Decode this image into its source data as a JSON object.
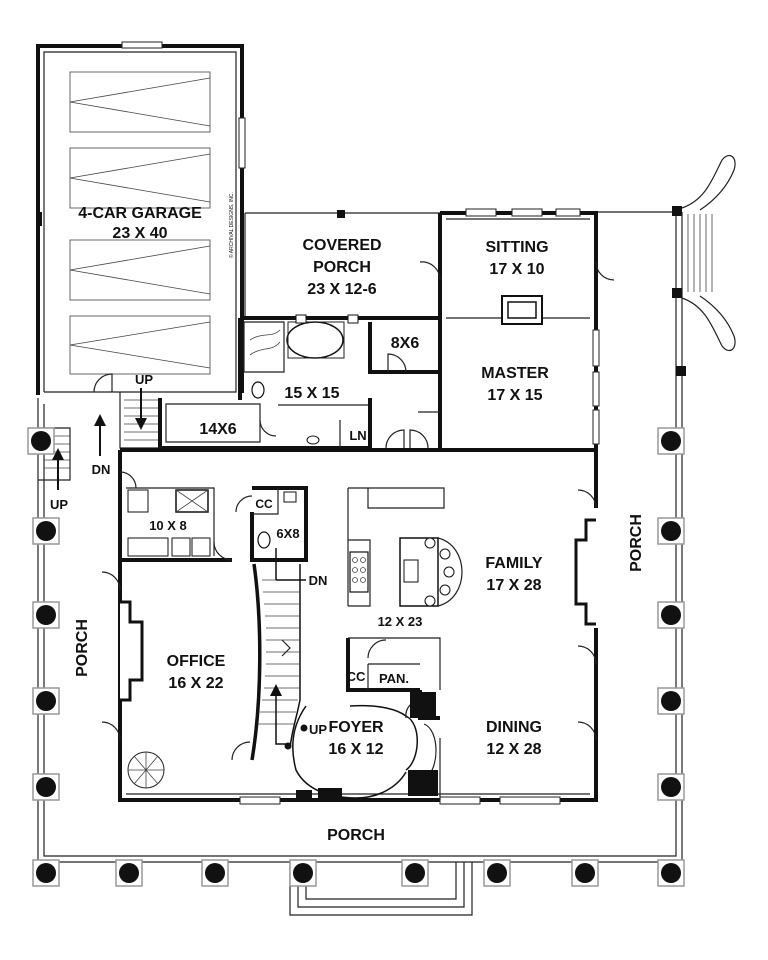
{
  "copyright": "© ARCHIVAL DESIGNS, INC.",
  "rooms": {
    "garage": {
      "name": "4-CAR GARAGE",
      "size": "23 X 40"
    },
    "covered_porch": {
      "name1": "COVERED",
      "name2": "PORCH",
      "size": "23 X 12-6"
    },
    "sitting": {
      "name": "SITTING",
      "size": "17 X 10"
    },
    "closet_8x6": {
      "size": "8X6"
    },
    "master": {
      "name": "MASTER",
      "size": "17 X 15"
    },
    "bath": {
      "size": "15 X 15"
    },
    "closet_14x6": {
      "size": "14X6"
    },
    "ln": {
      "name": "LN"
    },
    "laundry": {
      "size": "10 X 8"
    },
    "cc_upper": {
      "name": "CC"
    },
    "bath_6x8": {
      "size": "6X8"
    },
    "kitchen": {
      "size": "12 X 23"
    },
    "family": {
      "name": "FAMILY",
      "size": "17 X 28"
    },
    "office": {
      "name": "OFFICE",
      "size": "16 X 22"
    },
    "cc_lower": {
      "name": "CC"
    },
    "pantry": {
      "name": "PAN."
    },
    "foyer": {
      "name": "FOYER",
      "size": "16 X 12"
    },
    "dining": {
      "name": "DINING",
      "size": "12 X 28"
    }
  },
  "porches": {
    "left": "PORCH",
    "right": "PORCH",
    "front": "PORCH"
  },
  "stair_labels": {
    "up_top": "UP",
    "dn_left": "DN",
    "up_left": "UP",
    "dn_main": "DN",
    "up_main": "UP"
  }
}
